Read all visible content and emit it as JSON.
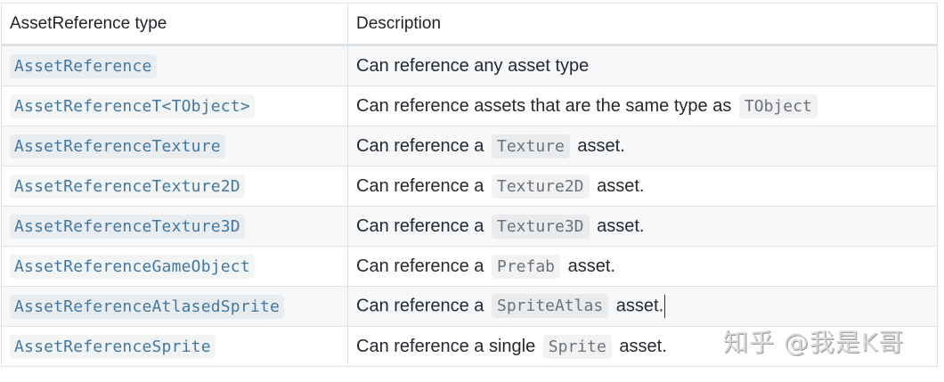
{
  "table": {
    "headers": [
      "AssetReference type",
      "Description"
    ],
    "rows": [
      {
        "type": "AssetReference",
        "desc_before": "Can reference any asset type",
        "code": "",
        "desc_after": ""
      },
      {
        "type": "AssetReferenceT<TObject>",
        "desc_before": "Can reference assets that are the same type as",
        "code": "TObject",
        "desc_after": ""
      },
      {
        "type": "AssetReferenceTexture",
        "desc_before": "Can reference a",
        "code": "Texture",
        "desc_after": "asset."
      },
      {
        "type": "AssetReferenceTexture2D",
        "desc_before": "Can reference a",
        "code": "Texture2D",
        "desc_after": "asset."
      },
      {
        "type": "AssetReferenceTexture3D",
        "desc_before": "Can reference a",
        "code": "Texture3D",
        "desc_after": "asset."
      },
      {
        "type": "AssetReferenceGameObject",
        "desc_before": "Can reference a",
        "code": "Prefab",
        "desc_after": "asset."
      },
      {
        "type": "AssetReferenceAtlasedSprite",
        "desc_before": "Can reference a",
        "code": "SpriteAtlas",
        "desc_after": "asset."
      },
      {
        "type": "AssetReferenceSprite",
        "desc_before": "Can reference a single",
        "code": "Sprite",
        "desc_after": "asset."
      }
    ]
  },
  "watermark": "知乎 @我是K哥",
  "colors": {
    "link_code": "#4078a8",
    "inline_code": "#6a737d",
    "border": "#dfe2e5",
    "stripe": "#f6f8fa"
  }
}
